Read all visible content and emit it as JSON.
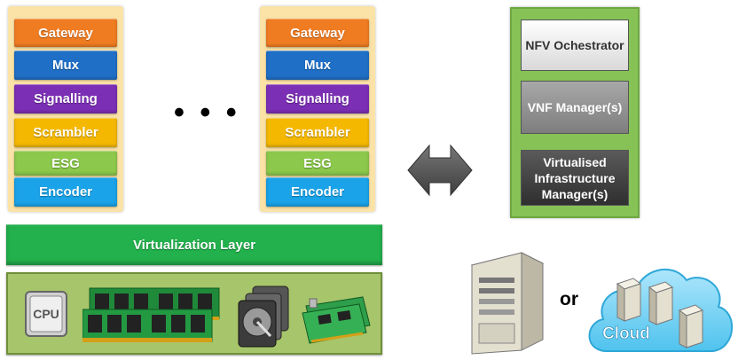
{
  "vnf_stack_layers": [
    {
      "label": "Gateway",
      "color": "#f07c22"
    },
    {
      "label": "Mux",
      "color": "#1f6fc6"
    },
    {
      "label": "Signalling",
      "color": "#7b2fb5"
    },
    {
      "label": "Scrambler",
      "color": "#f5b800"
    },
    {
      "label": "ESG",
      "color": "#8cc84b"
    },
    {
      "label": "Encoder",
      "color": "#1aa3e8"
    }
  ],
  "ellipsis": "• • •",
  "virtualization_layer": "Virtualization Layer",
  "hardware": {
    "cpu_label": "CPU"
  },
  "mano": {
    "orchestrator": "NFV Ochestrator",
    "vnf_manager": "VNF Manager(s)",
    "vim": "Virtualised Infrastructure Manager(s)"
  },
  "or_text": "or",
  "cloud_label": "Cloud"
}
